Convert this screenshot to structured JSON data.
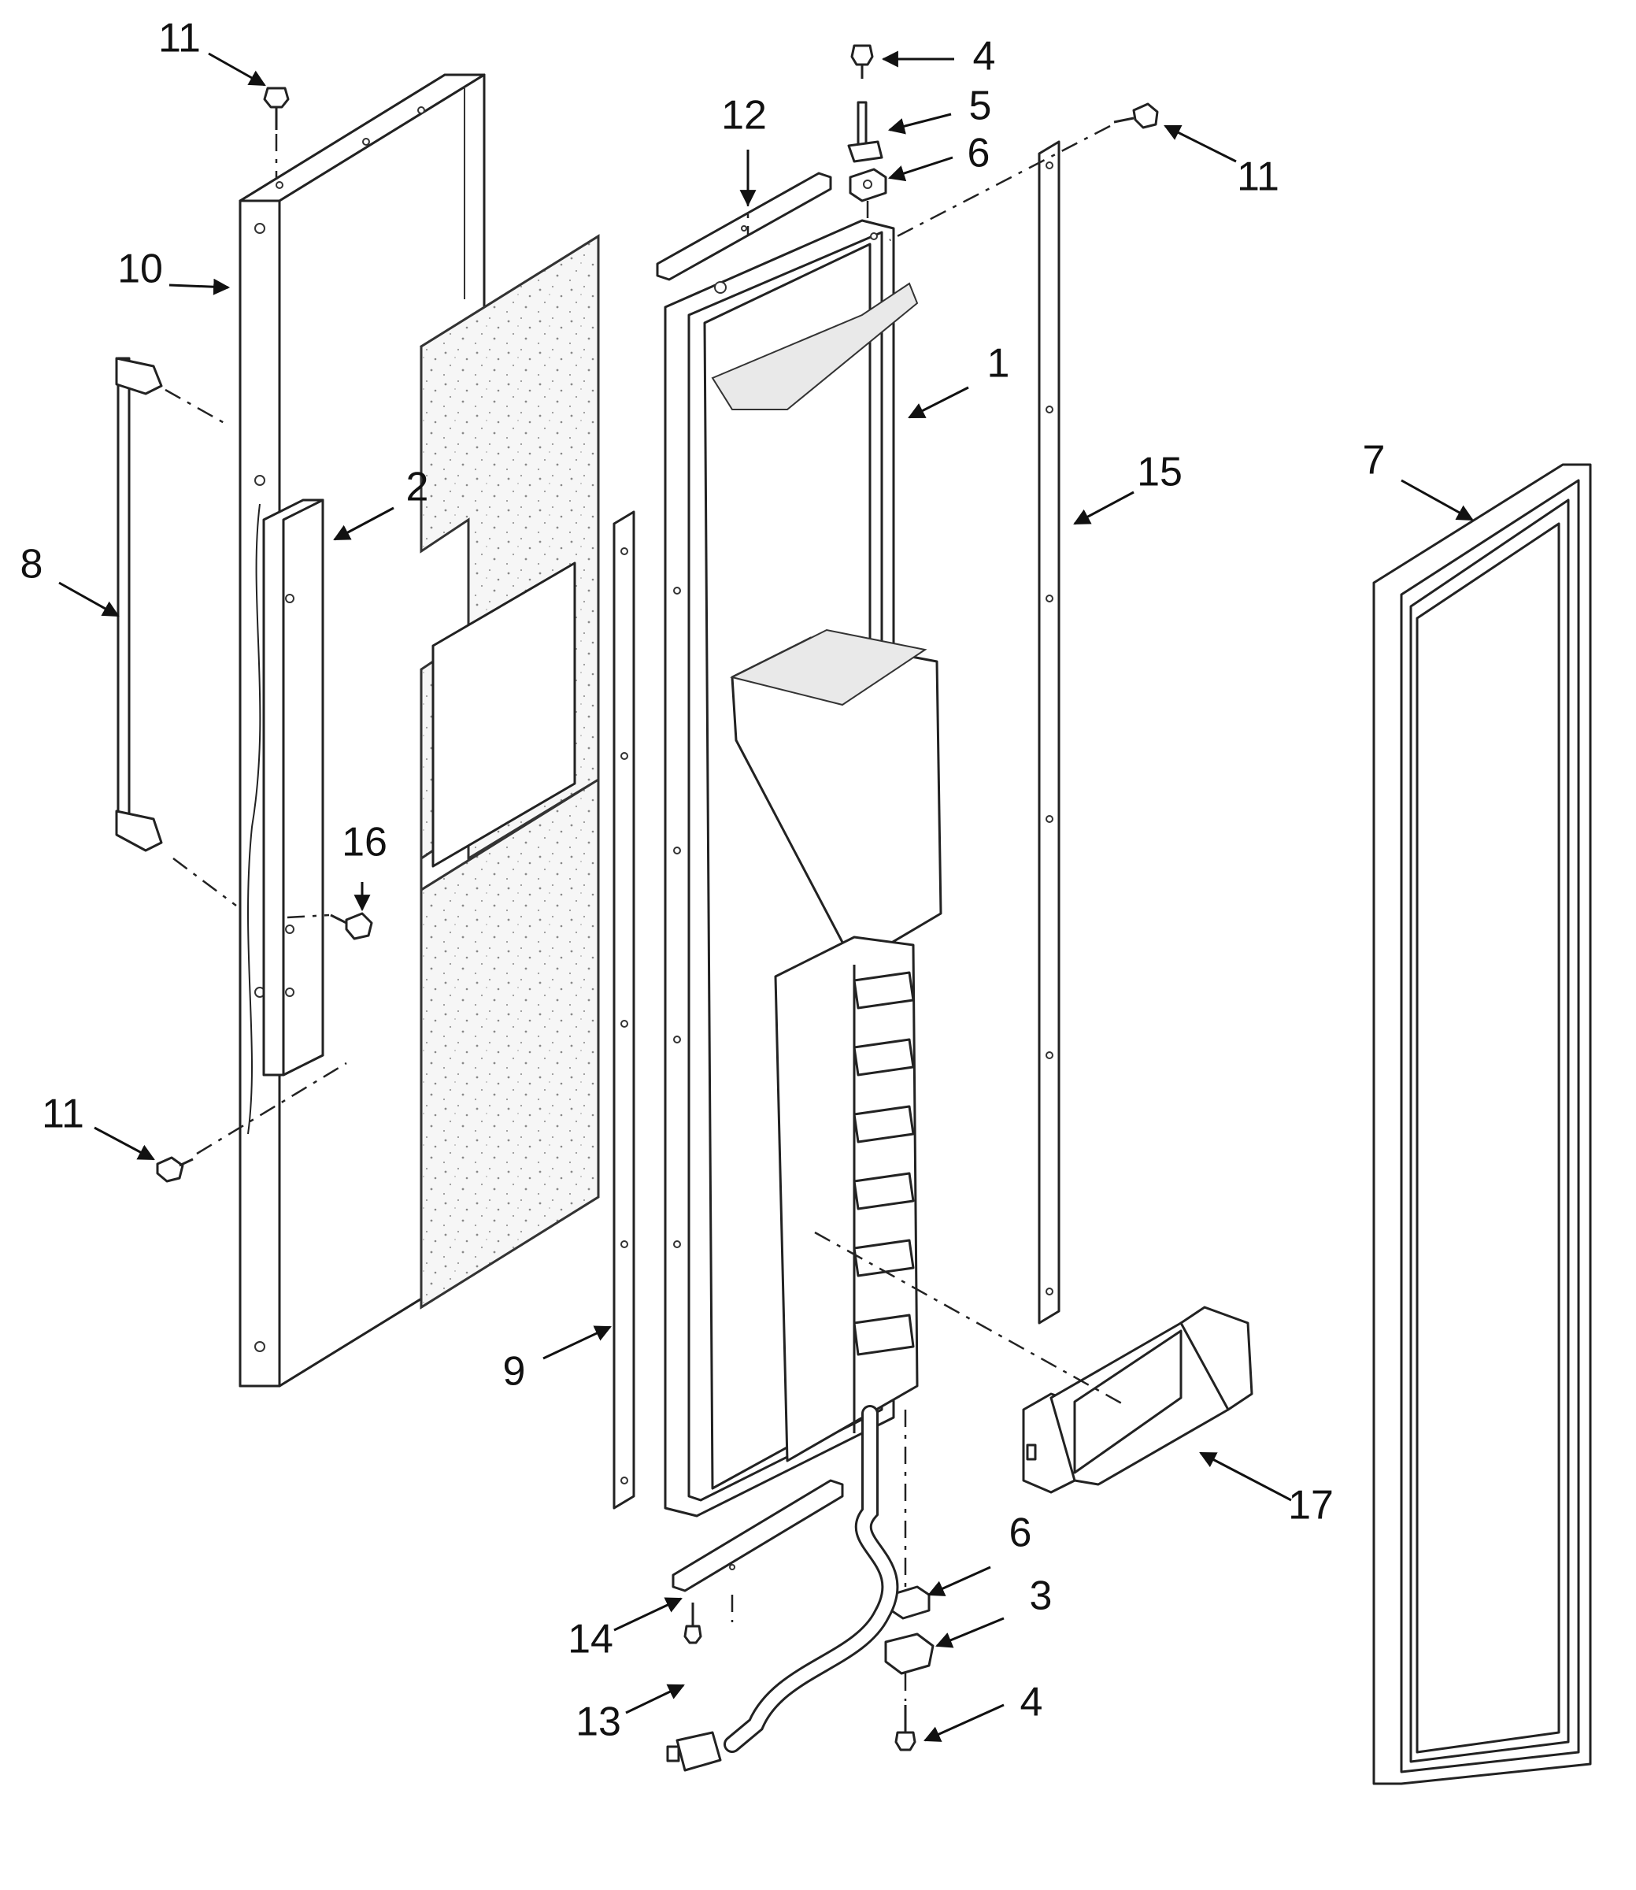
{
  "diagram": {
    "callouts": [
      {
        "id": "c11a",
        "text": "11"
      },
      {
        "id": "c4a",
        "text": "4"
      },
      {
        "id": "c5",
        "text": "5"
      },
      {
        "id": "c12",
        "text": "12"
      },
      {
        "id": "c6a",
        "text": "6"
      },
      {
        "id": "c11b",
        "text": "11"
      },
      {
        "id": "c10",
        "text": "10"
      },
      {
        "id": "c1",
        "text": "1"
      },
      {
        "id": "c2",
        "text": "2"
      },
      {
        "id": "c15",
        "text": "15"
      },
      {
        "id": "c7",
        "text": "7"
      },
      {
        "id": "c8",
        "text": "8"
      },
      {
        "id": "c16",
        "text": "16"
      },
      {
        "id": "c11c",
        "text": "11"
      },
      {
        "id": "c9",
        "text": "9"
      },
      {
        "id": "c17",
        "text": "17"
      },
      {
        "id": "c6b",
        "text": "6"
      },
      {
        "id": "c3",
        "text": "3"
      },
      {
        "id": "c14",
        "text": "14"
      },
      {
        "id": "c13",
        "text": "13"
      },
      {
        "id": "c4b",
        "text": "4"
      }
    ]
  }
}
